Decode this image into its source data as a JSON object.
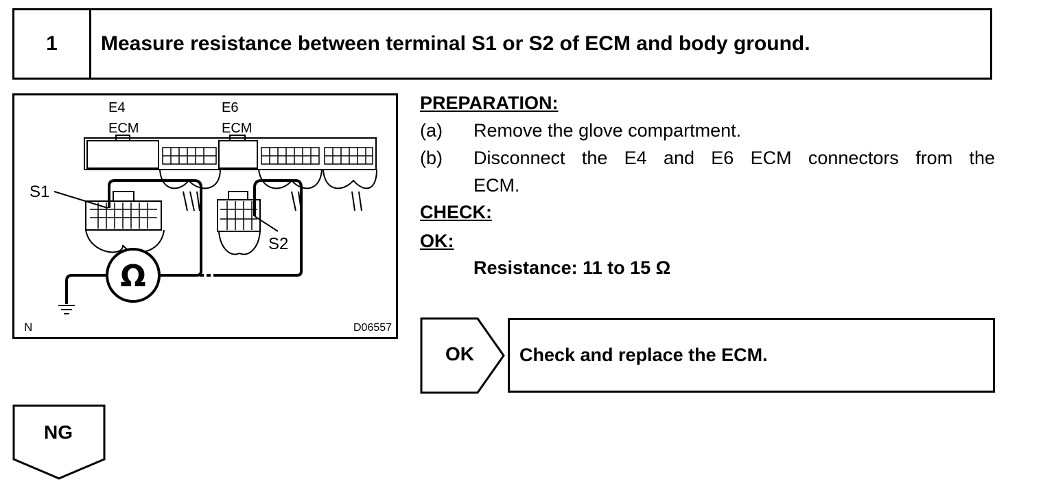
{
  "step": {
    "number": "1",
    "title": "Measure resistance between terminal S1 or S2 of ECM and body ground."
  },
  "diagram": {
    "connector_e4": "E4",
    "connector_e4_sub": "ECM",
    "connector_e6": "E6",
    "connector_e6_sub": "ECM",
    "terminal_s1": "S1",
    "terminal_s2": "S2",
    "ohm_symbol": "Ω",
    "corner_left": "N",
    "corner_right": "D06557"
  },
  "preparation": {
    "heading": "PREPARATION:",
    "items": [
      {
        "marker": "(a)",
        "text": "Remove the glove compartment."
      },
      {
        "marker": "(b)",
        "text_line1": "Disconnect the E4 and E6 ECM connectors from the",
        "text_line2": "ECM."
      }
    ]
  },
  "check": {
    "heading": "CHECK:"
  },
  "ok_spec": {
    "heading": "OK:",
    "value": "Resistance: 11 to 15 Ω"
  },
  "ok_branch": {
    "label": "OK",
    "action": "Check and replace the ECM."
  },
  "ng_branch": {
    "label": "NG"
  }
}
